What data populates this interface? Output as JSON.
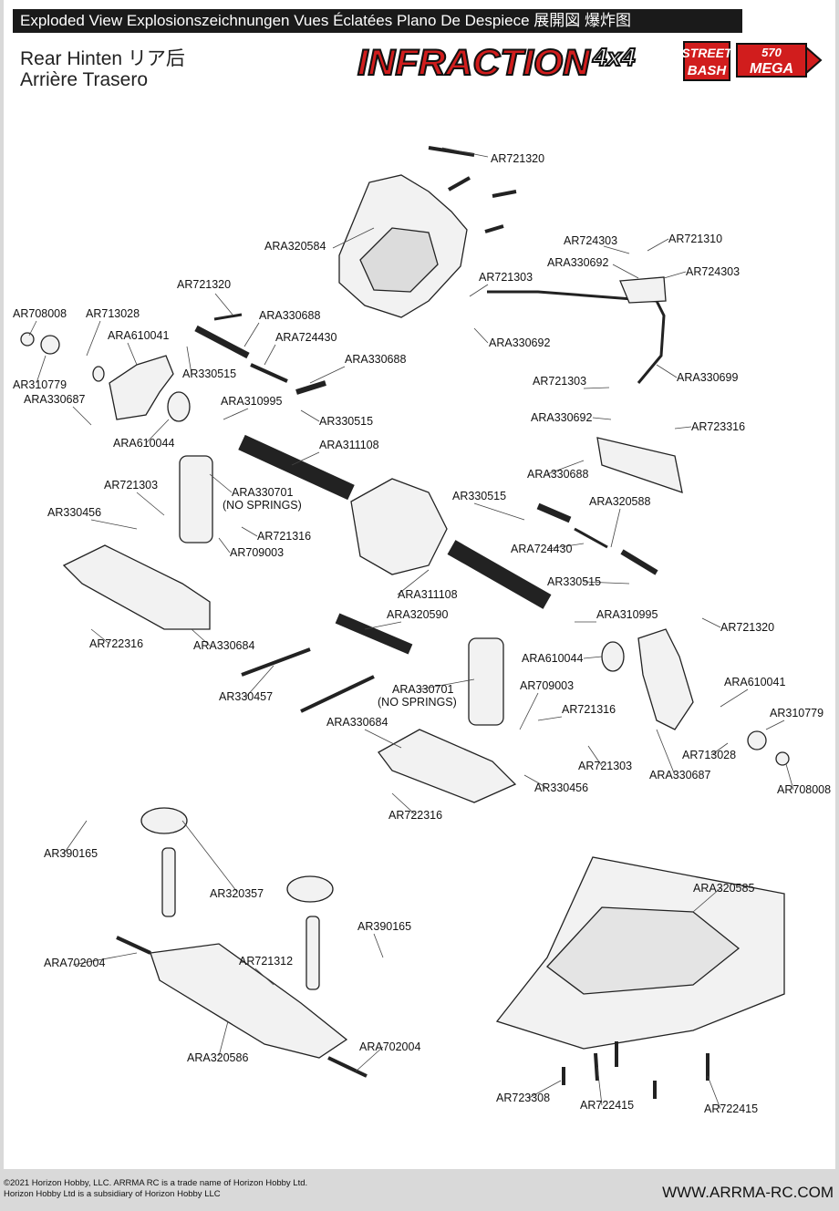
{
  "header": {
    "title": "Exploded View  Explosionszeichnungen  Vues Éclatées  Plano De Despiece 展開図  爆炸图",
    "section_line1": "Rear    Hinten  リア后",
    "section_line2": "Arrière    Trasero"
  },
  "logo": {
    "name": "INFRACTION",
    "drive": "4x4",
    "badge_top": "STREET",
    "badge_bottom": "BASH",
    "mega_small": "570",
    "mega_big": "MEGA",
    "colors": {
      "red": "#d11d1d",
      "black": "#111111"
    }
  },
  "parts": [
    "AR721320",
    "ARA320584",
    "AR724303",
    "AR721310",
    "ARA330692",
    "AR724303",
    "AR721303",
    "ARA330692",
    "AR721320",
    "ARA330688",
    "AR708008",
    "AR713028",
    "ARA610041",
    "ARA724430",
    "ARA330688",
    "AR330515",
    "AR310779",
    "ARA330687",
    "ARA310995",
    "AR330515",
    "AR721303",
    "ARA330699",
    "ARA330692",
    "AR723316",
    "ARA610044",
    "ARA311108",
    "ARA330688",
    "AR721303",
    "ARA330701",
    "(NO SPRINGS)",
    "AR330515",
    "ARA320588",
    "AR330456",
    "AR721316",
    "AR709003",
    "ARA724430",
    "AR330515",
    "ARA311108",
    "ARA320590",
    "AR722316",
    "ARA330684",
    "ARA310995",
    "AR721320",
    "ARA610044",
    "AR330457",
    "ARA330701",
    "(NO SPRINGS)",
    "AR709003",
    "ARA610041",
    "AR721316",
    "AR310779",
    "ARA330684",
    "AR713028",
    "AR721303",
    "ARA330687",
    "AR330456",
    "AR708008",
    "AR722316",
    "AR390165",
    "AR320357",
    "ARA320585",
    "AR390165",
    "ARA702004",
    "AR721312",
    "ARA320586",
    "ARA702004",
    "AR723308",
    "AR722415",
    "AR722415"
  ],
  "footer": {
    "copyright_line1": "©2021 Horizon Hobby, LLC. ARRMA RC is a trade name of Horizon Hobby Ltd.",
    "copyright_line2": "Horizon Hobby Ltd is a subsidiary of Horizon Hobby LLC",
    "url": "WWW.ARRMA-RC.COM"
  }
}
